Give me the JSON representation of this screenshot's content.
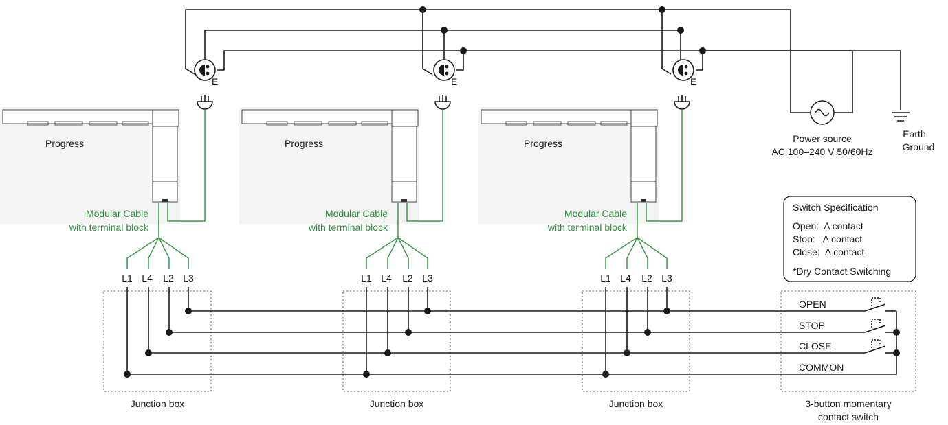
{
  "motor_units": [
    {
      "label": "Progress",
      "cable_label_1": "Modular Cable",
      "cable_label_2": "with terminal block",
      "junction_label": "Junction box",
      "outlet_label": "E",
      "terminals": [
        "L1",
        "L4",
        "L2",
        "L3"
      ]
    },
    {
      "label": "Progress",
      "cable_label_1": "Modular Cable",
      "cable_label_2": "with terminal block",
      "junction_label": "Junction box",
      "outlet_label": "E",
      "terminals": [
        "L1",
        "L4",
        "L2",
        "L3"
      ]
    },
    {
      "label": "Progress",
      "cable_label_1": "Modular Cable",
      "cable_label_2": "with terminal block",
      "junction_label": "Junction box",
      "outlet_label": "E",
      "terminals": [
        "L1",
        "L4",
        "L2",
        "L3"
      ]
    }
  ],
  "power": {
    "line1": "Power source",
    "line2": "AC 100–240 V 50/60Hz"
  },
  "earth": {
    "line1": "Earth",
    "line2": "Ground"
  },
  "switch_spec": {
    "title": "Switch Specification",
    "rows": [
      "Open:  A contact",
      "Stop:   A contact",
      "Close:  A contact"
    ],
    "note": "*Dry Contact Switching"
  },
  "switch": {
    "buttons": [
      "OPEN",
      "STOP",
      "CLOSE"
    ],
    "common": "COMMON",
    "caption1": "3-button momentary",
    "caption2": "contact switch"
  },
  "colors": {
    "wire": "#1a1a1a",
    "cable": "#3a9a44",
    "cable_text": "#2e8b3a"
  }
}
